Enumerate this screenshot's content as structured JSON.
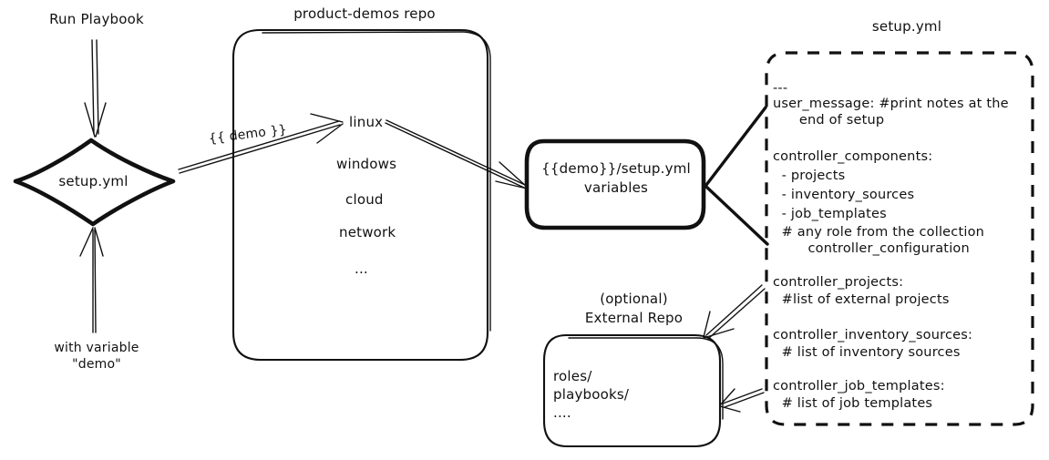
{
  "diagram": {
    "title": "product-demos setup.yml flow",
    "background": "#ffffff",
    "stroke": "#111111"
  },
  "labels": {
    "run_playbook": "Run Playbook",
    "with_variable_line1": "with variable",
    "with_variable_line2": "\"demo\"",
    "demo_var_edge": "{{ demo }}",
    "repo_title": "product-demos repo",
    "setup_yml_title": "setup.yml",
    "external_repo_line1": "(optional)",
    "external_repo_line2": "External Repo"
  },
  "start_node": {
    "label": "setup.yml",
    "shape": "diamond"
  },
  "repo_box": {
    "title": "product-demos repo",
    "items": [
      "linux",
      "windows",
      "cloud",
      "network",
      "..."
    ]
  },
  "variables_node": {
    "line1": "{{demo}}/setup.yml",
    "line2": "variables",
    "shape": "rounded-rect"
  },
  "setup_yml_box": {
    "title": "setup.yml",
    "shape": "dashed-rounded-rect",
    "lines": [
      "---",
      "user_message: #print notes at the",
      "      end of setup",
      "",
      "controller_components:",
      "  - projects",
      "  - inventory_sources",
      "  - job_templates",
      "  # any role from the collection",
      "        controller_configuration",
      "",
      "controller_projects:",
      "  #list of external projects",
      "",
      "controller_inventory_sources:",
      "  # list of inventory sources",
      "",
      "controller_job_templates:",
      "  # list of job templates"
    ]
  },
  "external_repo_box": {
    "title_line1": "(optional)",
    "title_line2": "External Repo",
    "items": [
      "roles/",
      "playbooks/",
      "...."
    ]
  },
  "icons": {
    "arrow": "arrow-head-icon",
    "diamond": "diamond-shape-icon",
    "dashed_border": "dashed-border-icon"
  }
}
